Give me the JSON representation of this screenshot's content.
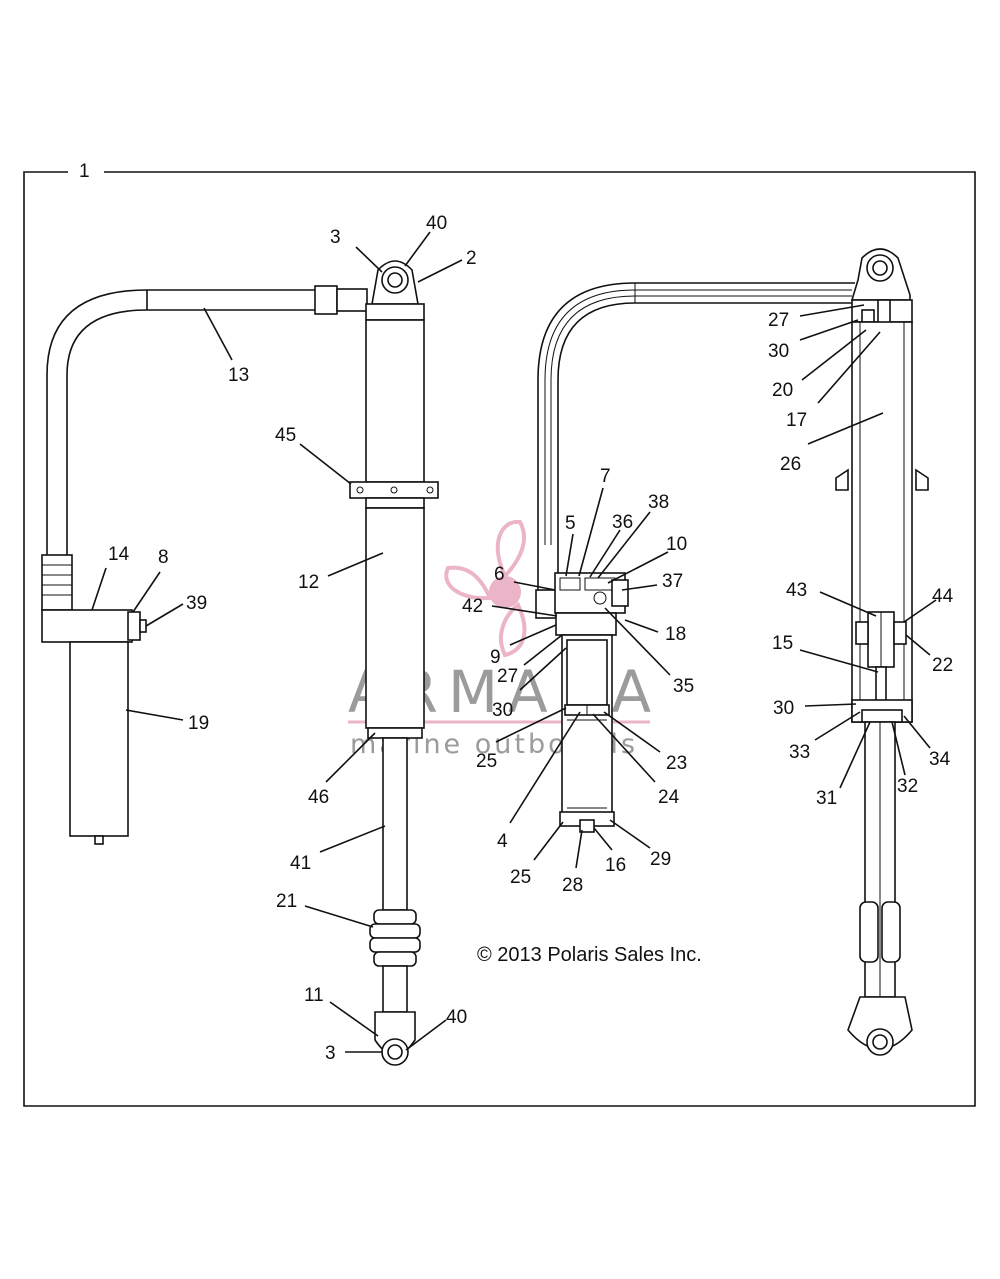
{
  "diagram": {
    "assembly_number": "1",
    "copyright": "© 2013 Polaris Sales Inc.",
    "callouts": {
      "l_3_top": "3",
      "l_40_top": "40",
      "l_2": "2",
      "l_13": "13",
      "l_45": "45",
      "l_12": "12",
      "l_14": "14",
      "l_8": "8",
      "l_39": "39",
      "l_19": "19",
      "l_46": "46",
      "l_41": "41",
      "l_21": "21",
      "l_11": "11",
      "l_40_bot": "40",
      "l_3_bot": "3",
      "l_7": "7",
      "l_5": "5",
      "l_36": "36",
      "l_38": "38",
      "l_10": "10",
      "l_6": "6",
      "l_37": "37",
      "l_42": "42",
      "l_18": "18",
      "l_9": "9",
      "l_27_mid": "27",
      "l_35": "35",
      "l_30_mid": "30",
      "l_25_mid": "25",
      "l_23": "23",
      "l_24": "24",
      "l_4": "4",
      "l_25_bot": "25",
      "l_16": "16",
      "l_29": "29",
      "l_28": "28",
      "l_27_r": "27",
      "l_30_r": "30",
      "l_20": "20",
      "l_17": "17",
      "l_26": "26",
      "l_43": "43",
      "l_44": "44",
      "l_15": "15",
      "l_22": "22",
      "l_30_r2": "30",
      "l_33": "33",
      "l_34": "34",
      "l_31": "31",
      "l_32": "32"
    }
  },
  "watermark": {
    "brand": "ARMADA",
    "tagline": "marine outboards",
    "color": "#e8a7bf"
  }
}
